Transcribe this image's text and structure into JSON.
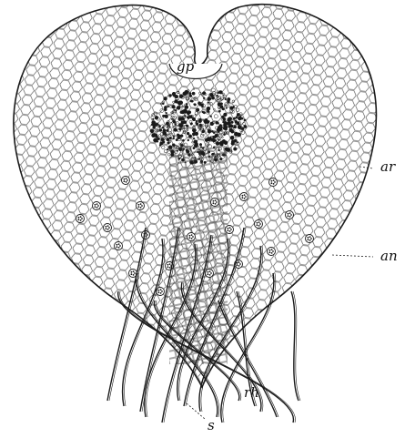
{
  "figure": {
    "labels": {
      "gp": "gp",
      "ar": "ar",
      "an": "an",
      "rh": "rh",
      "s": "s"
    },
    "colors": {
      "ink": "#1a1a1a",
      "paper": "#ffffff"
    }
  }
}
